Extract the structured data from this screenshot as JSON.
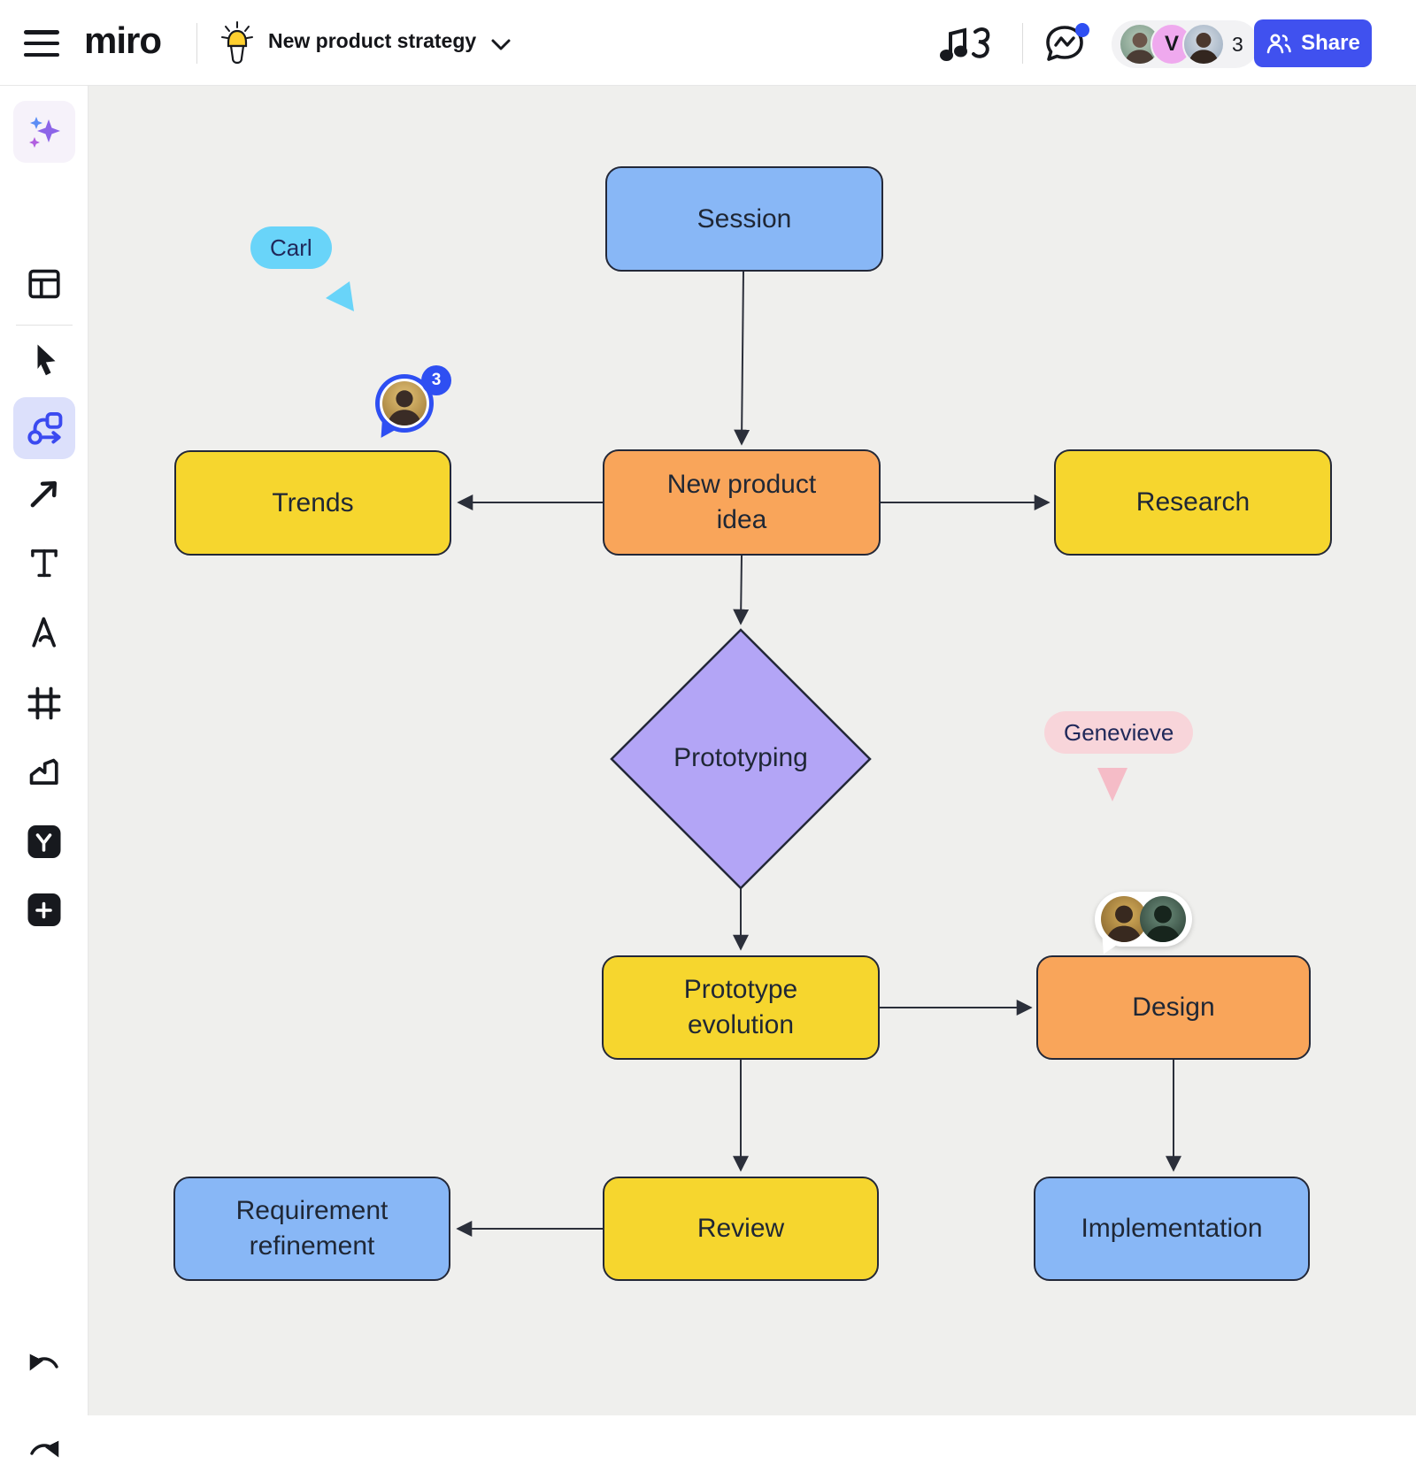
{
  "app": {
    "logo": "miro"
  },
  "header": {
    "board_title": "New product strategy",
    "share_button": "Share",
    "collaborator_count": "3",
    "avatar_initial": "V",
    "icons": [
      "menu-icon",
      "bulb-icon",
      "chevron-down-icon",
      "music-reactions-icon",
      "chat-icon",
      "share-people-icon"
    ]
  },
  "sidebar": {
    "tools": [
      "ai-assistant",
      "templates",
      "select",
      "diagramming",
      "arrow",
      "text",
      "pen",
      "frame",
      "charts",
      "apps",
      "add",
      "undo",
      "redo"
    ],
    "active_tool": "diagramming"
  },
  "cursors": {
    "carl": "Carl",
    "genevieve": "Genevieve"
  },
  "comment_thread": {
    "count": "3"
  },
  "diagram": {
    "nodes": [
      {
        "id": "session",
        "label": "Session",
        "shape": "rect",
        "color": "#88B7F6"
      },
      {
        "id": "trends",
        "label": "Trends",
        "shape": "rect",
        "color": "#F6D62E"
      },
      {
        "id": "new-product-idea",
        "label": "New product idea",
        "shape": "rect",
        "color": "#F9A55A"
      },
      {
        "id": "research",
        "label": "Research",
        "shape": "rect",
        "color": "#F6D62E"
      },
      {
        "id": "prototyping",
        "label": "Prototyping",
        "shape": "diamond",
        "color": "#B3A5F6"
      },
      {
        "id": "prototype-evolution",
        "label": "Prototype evolution",
        "shape": "rect",
        "color": "#F6D62E"
      },
      {
        "id": "design",
        "label": "Design",
        "shape": "rect",
        "color": "#F9A55A"
      },
      {
        "id": "review",
        "label": "Review",
        "shape": "rect",
        "color": "#F6D62E"
      },
      {
        "id": "requirement-refinement",
        "label": "Requirement refinement",
        "shape": "rect",
        "color": "#88B7F6"
      },
      {
        "id": "implementation",
        "label": "Implementation",
        "shape": "rect",
        "color": "#88B7F6"
      }
    ],
    "edges": [
      {
        "from": "session",
        "to": "new-product-idea"
      },
      {
        "from": "new-product-idea",
        "to": "trends"
      },
      {
        "from": "new-product-idea",
        "to": "research"
      },
      {
        "from": "new-product-idea",
        "to": "prototyping"
      },
      {
        "from": "prototyping",
        "to": "prototype-evolution"
      },
      {
        "from": "prototype-evolution",
        "to": "design"
      },
      {
        "from": "prototype-evolution",
        "to": "review"
      },
      {
        "from": "review",
        "to": "requirement-refinement"
      },
      {
        "from": "design",
        "to": "implementation"
      }
    ]
  },
  "colors": {
    "canvas": "#EFEFED",
    "node_border": "#232838",
    "edge": "#2B2F3A",
    "share_button": "#4051EF",
    "active_tool_bg": "#DCE0FB",
    "tool_icon_blue": "#3B4AF0",
    "cursor_carl": "#69D4F9",
    "cursor_genevieve": "#F8D5DA",
    "comment_blue": "#2E4FF2",
    "avatar_pink": "#EFA9EE"
  }
}
